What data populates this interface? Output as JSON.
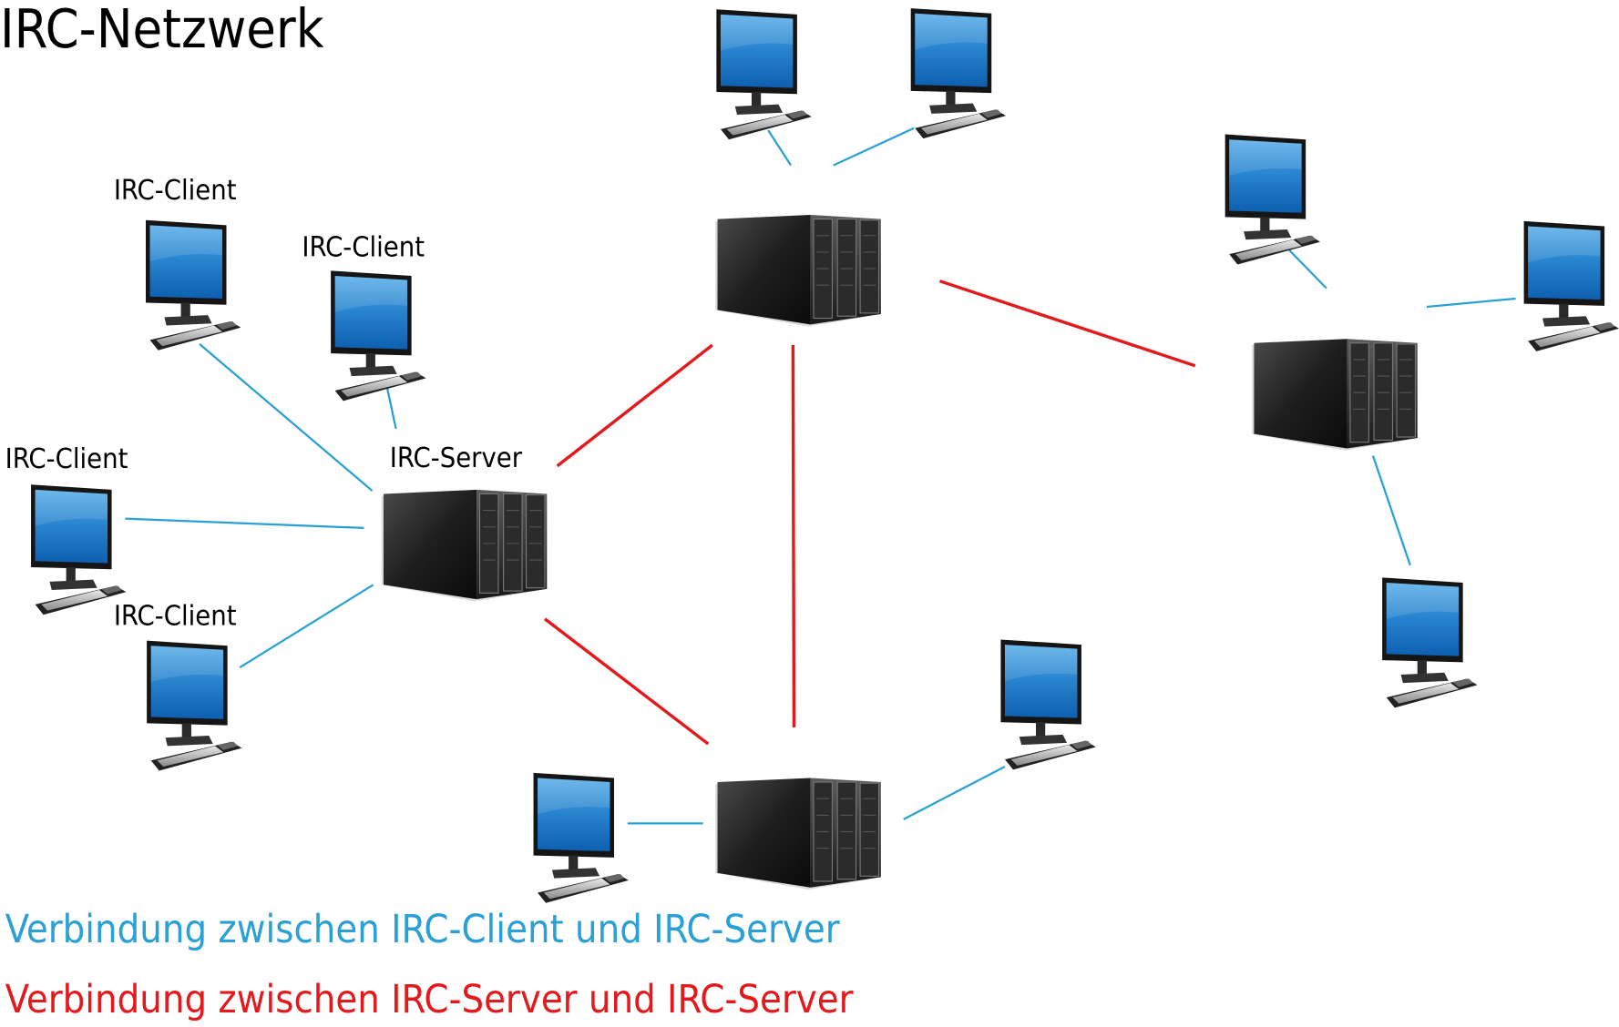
{
  "title": "IRC-Netzwerk",
  "colors": {
    "client_link": "#2aa0d4",
    "server_link": "#e3191c",
    "screen": "#1a78c8"
  },
  "labels": {
    "client": "IRC-Client",
    "server": "IRC-Server"
  },
  "nodes": {
    "servers": [
      {
        "id": "s-left",
        "label": "IRC-Server"
      },
      {
        "id": "s-top",
        "label": ""
      },
      {
        "id": "s-right",
        "label": ""
      },
      {
        "id": "s-bottom",
        "label": ""
      }
    ],
    "clients": [
      {
        "id": "c1",
        "label": "IRC-Client",
        "server": "s-left"
      },
      {
        "id": "c2",
        "label": "IRC-Client",
        "server": "s-left"
      },
      {
        "id": "c3",
        "label": "IRC-Client",
        "server": "s-left"
      },
      {
        "id": "c4",
        "label": "IRC-Client",
        "server": "s-left"
      },
      {
        "id": "c5",
        "label": "",
        "server": "s-top"
      },
      {
        "id": "c6",
        "label": "",
        "server": "s-top"
      },
      {
        "id": "c7",
        "label": "",
        "server": "s-right"
      },
      {
        "id": "c8",
        "label": "",
        "server": "s-right"
      },
      {
        "id": "c9",
        "label": "",
        "server": "s-right"
      },
      {
        "id": "c10",
        "label": "",
        "server": "s-bottom"
      },
      {
        "id": "c11",
        "label": "",
        "server": "s-bottom"
      }
    ]
  },
  "server_links": [
    [
      "s-left",
      "s-top"
    ],
    [
      "s-left",
      "s-bottom"
    ],
    [
      "s-top",
      "s-bottom"
    ],
    [
      "s-top",
      "s-right"
    ]
  ],
  "legend": {
    "client_server": "Verbindung zwischen IRC-Client und IRC-Server",
    "server_server": "Verbindung zwischen IRC-Server und IRC-Server"
  }
}
